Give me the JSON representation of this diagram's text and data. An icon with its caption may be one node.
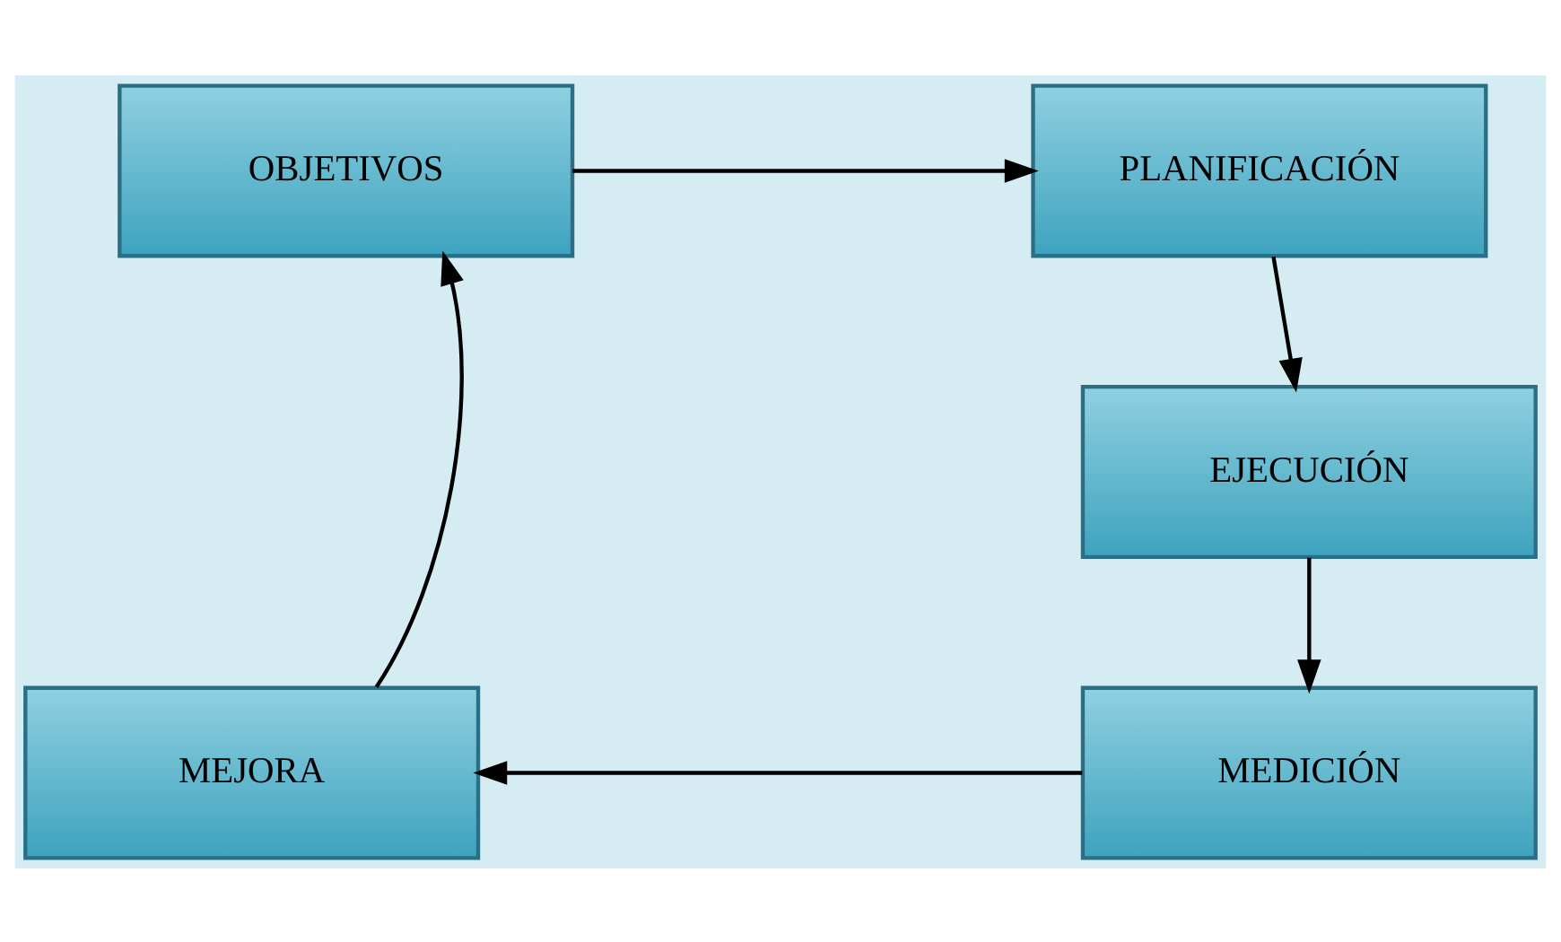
{
  "diagram": {
    "nodes": [
      {
        "text": [
          "OBJETIVOS"
        ]
      },
      {
        "text": [
          "PLANIFICACIÓN"
        ]
      },
      {
        "text": [
          "EJECUCIÓN"
        ]
      },
      {
        "text": [
          "MEDICIÓN"
        ]
      },
      {
        "text": [
          "MEJORA"
        ]
      }
    ],
    "edges": [
      {
        "from": 0,
        "to": 1,
        "arrow": "to"
      },
      {
        "from": 1,
        "to": 2,
        "arrow": "to"
      },
      {
        "from": 2,
        "to": 3,
        "arrow": "to"
      },
      {
        "from": 3,
        "to": 4,
        "arrow": "to"
      },
      {
        "from": 4,
        "to": 0,
        "arrow": "to"
      }
    ]
  }
}
